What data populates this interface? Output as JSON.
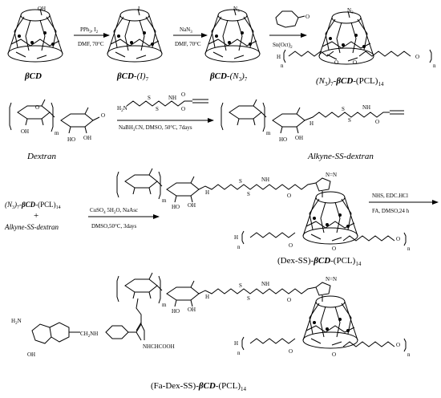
{
  "step1": {
    "reagent_top": "PPh",
    "reagent_top_sub": "3",
    "reagent_top_tail": ", I",
    "reagent_top_tail_sub": "2",
    "reagent_bottom": "DMF, 70°C",
    "reagent2_top": "NaN",
    "reagent2_top_sub": "3",
    "reagent2_bottom": "DMF, 70°C",
    "reagent3_bottom": "Sn(Oct)",
    "reagent3_bottom_sub": "2"
  },
  "compounds": {
    "bcd": {
      "bold": "βCD"
    },
    "bcd_i7": {
      "bold": "βCD",
      "rest": "-(I)",
      "sub": "7"
    },
    "bcd_n37": {
      "bold": "βCD",
      "rest": "-(N",
      "sub1": "3",
      "rest2": ")",
      "sub2": "7"
    },
    "n3_bcd_pcl": {
      "pre": "(N",
      "sub1": "3",
      "mid": ")",
      "sub2": "7",
      "dash": "-",
      "bold": "βCD",
      "post": "-(PCL)",
      "sub3": "14"
    },
    "dextran": "Dextran",
    "alkyne_ss_dextran": "Alkyne-SS-dextran",
    "dex_ss": {
      "pre": "(Dex-SS)-",
      "bold": "βCD",
      "post": "-(PCL)",
      "sub": "14"
    },
    "fa_dex_ss": {
      "pre": "(Fa-Dex-SS)-",
      "bold": "βCD",
      "post": "-(PCL)",
      "sub": "14"
    }
  },
  "atoms": {
    "oh": "OH",
    "o": "O",
    "iodo": "I",
    "n": "N",
    "n3": "N",
    "n3_sub": "3",
    "h": "H",
    "m": "m",
    "nn": "n",
    "h2n": "H",
    "h2n_sub": "2",
    "h2n_tail": "N",
    "ho": "HO",
    "s": "S",
    "nh": "NH",
    "n_eq": "N=N",
    "oh_h": "H",
    "nhchcooh": "NHCHCOOH",
    "fa_h2n": "H",
    "fa_h2n_sub": "2",
    "fa_h2n_tail": "N",
    "fa_oh": "OH",
    "fa_ch2nh": "CH",
    "fa_ch2nh_sub": "2",
    "fa_ch2nh_tail": "NH"
  },
  "step2": {
    "reagent_bottom": "NaBH",
    "reagent_bottom_sub": "3",
    "reagent_bottom_tail": "CN, DMSO, 50°C, 7days"
  },
  "step3": {
    "reactant1_pre": "(N",
    "reactant1_sub1": "3",
    "reactant1_mid": ")",
    "reactant1_sub2": "7",
    "reactant1_dash": "-",
    "reactant1_bold": "βCD",
    "reactant1_post": "-(PCL)",
    "reactant1_sub3": "14",
    "plus": "+",
    "reactant2": "Alkyne-SS-dextran",
    "reagent_top": "CuSO",
    "reagent_top_sub": "4",
    "reagent_top_tail": " 5H",
    "reagent_top_sub2": "2",
    "reagent_top_tail2": "O, NaAsc",
    "reagent_bottom": "DMSO,50°C, 3days"
  },
  "step4": {
    "reagent_top": "NHS, EDC.HCl",
    "reagent_bottom": "FA, DMSO,24 h"
  }
}
